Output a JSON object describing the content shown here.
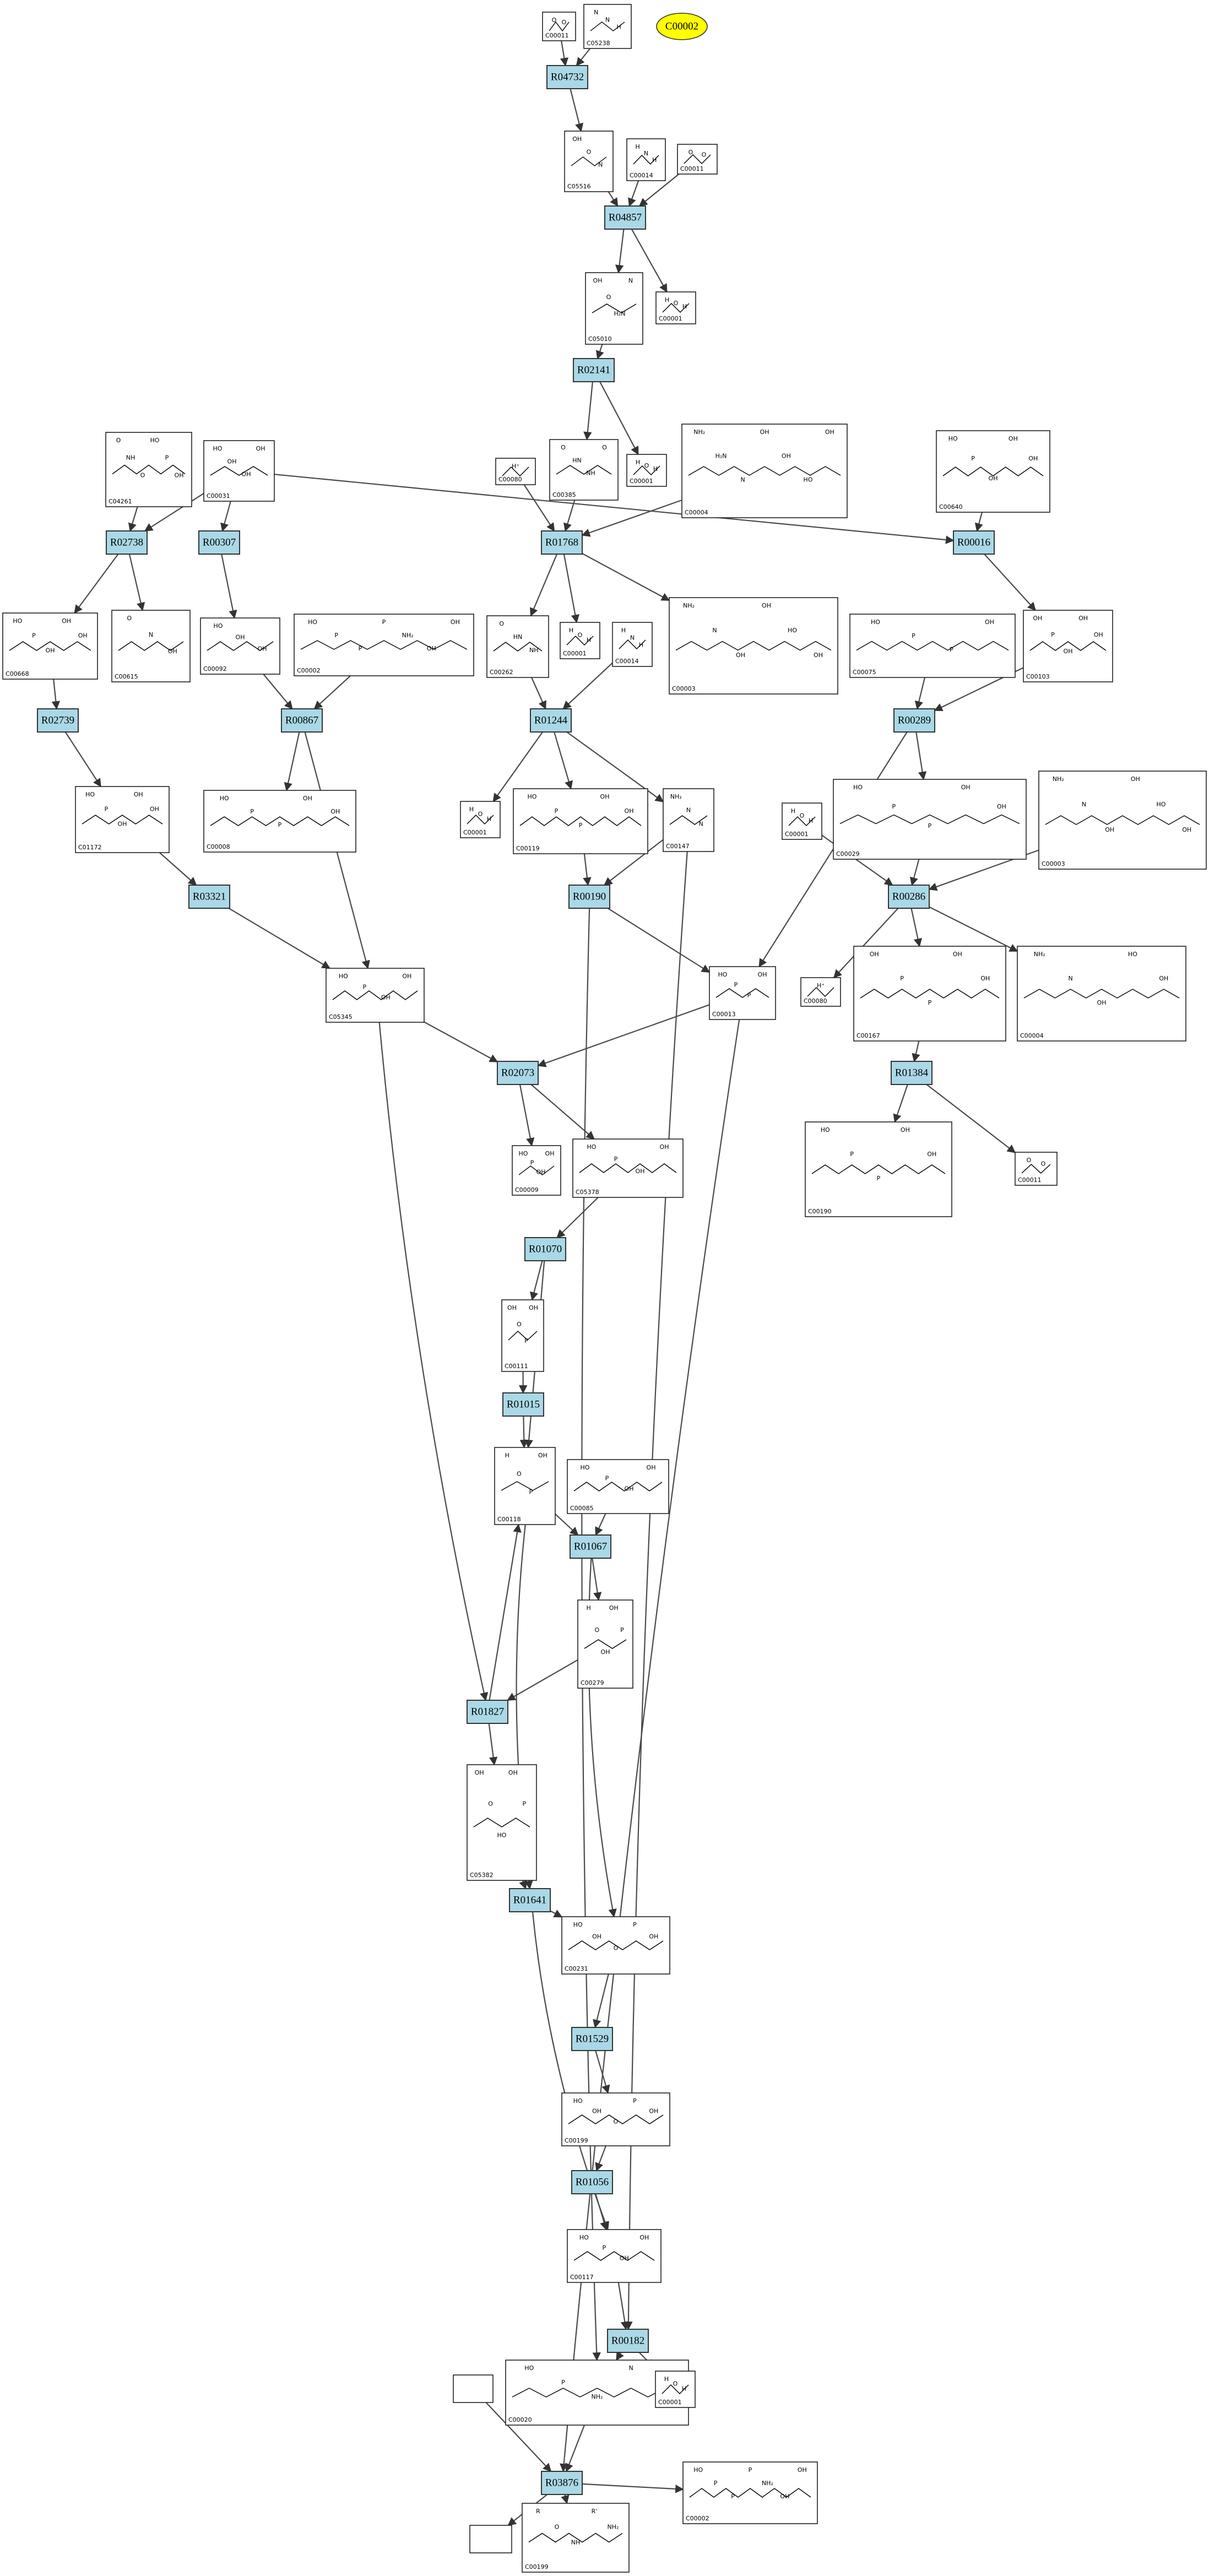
{
  "highlight": {
    "label": "C00002",
    "fill": "#ffff00"
  },
  "colors": {
    "reaction_fill": "#aad8e6",
    "compound_fill": "#ffffff",
    "edge": "#4a4a4a"
  },
  "reactions": [
    {
      "id": "R04732",
      "label": "R04732"
    },
    {
      "id": "R04857",
      "label": "R04857"
    },
    {
      "id": "R02141",
      "label": "R02141"
    },
    {
      "id": "R02738",
      "label": "R02738"
    },
    {
      "id": "R00307",
      "label": "R00307"
    },
    {
      "id": "R01768",
      "label": "R01768"
    },
    {
      "id": "R00016",
      "label": "R00016"
    },
    {
      "id": "R02739",
      "label": "R02739"
    },
    {
      "id": "R00867",
      "label": "R00867"
    },
    {
      "id": "R01244",
      "label": "R01244"
    },
    {
      "id": "R00289",
      "label": "R00289"
    },
    {
      "id": "R03321",
      "label": "R03321"
    },
    {
      "id": "R00190",
      "label": "R00190"
    },
    {
      "id": "R00286",
      "label": "R00286"
    },
    {
      "id": "R02073",
      "label": "R02073"
    },
    {
      "id": "R01384",
      "label": "R01384"
    },
    {
      "id": "R01070",
      "label": "R01070"
    },
    {
      "id": "R01015",
      "label": "R01015"
    },
    {
      "id": "R01067",
      "label": "R01067"
    },
    {
      "id": "R01827",
      "label": "R01827"
    },
    {
      "id": "R01641",
      "label": "R01641"
    },
    {
      "id": "R01529",
      "label": "R01529"
    },
    {
      "id": "R01056",
      "label": "R01056"
    },
    {
      "id": "R00182",
      "label": "R00182"
    },
    {
      "id": "R03876",
      "label": "R03876"
    }
  ],
  "compounds": [
    {
      "id": "c1",
      "label": "C00011",
      "atoms": [
        "O",
        "O"
      ]
    },
    {
      "id": "c2",
      "label": "C05238",
      "atoms": [
        "N",
        "N",
        "H"
      ]
    },
    {
      "id": "c3",
      "label": "C05516",
      "atoms": [
        "OH",
        "O",
        "N"
      ]
    },
    {
      "id": "c4",
      "label": "C00014",
      "atoms": [
        "H",
        "N",
        "H"
      ]
    },
    {
      "id": "c5",
      "label": "C00011",
      "atoms": [
        "O",
        "O"
      ]
    },
    {
      "id": "c6",
      "label": "C05010",
      "atoms": [
        "OH",
        "O",
        "H₂N",
        "N"
      ]
    },
    {
      "id": "c7",
      "label": "C00001",
      "atoms": [
        "H",
        "O",
        "H"
      ]
    },
    {
      "id": "c8",
      "label": "C04261",
      "atoms": [
        "O",
        "NH",
        "O",
        "HO",
        "P",
        "OH"
      ]
    },
    {
      "id": "c9",
      "label": "C00031",
      "atoms": [
        "HO",
        "OH",
        "OH",
        "OH"
      ]
    },
    {
      "id": "c10",
      "label": "C00080",
      "atoms": [
        "H⁺"
      ]
    },
    {
      "id": "c11",
      "label": "C00385",
      "atoms": [
        "O",
        "HN",
        "NH",
        "O"
      ]
    },
    {
      "id": "c12",
      "label": "C00001",
      "atoms": [
        "H",
        "O",
        "H"
      ]
    },
    {
      "id": "c13",
      "label": "C00004",
      "atoms": [
        "NH₂",
        "H₂N",
        "N",
        "OH",
        "OH",
        "HO",
        "OH"
      ]
    },
    {
      "id": "c14",
      "label": "C00640",
      "atoms": [
        "HO",
        "P",
        "OH",
        "OH",
        "OH"
      ]
    },
    {
      "id": "c15",
      "label": "C00668",
      "atoms": [
        "HO",
        "P",
        "OH",
        "OH",
        "OH"
      ]
    },
    {
      "id": "c16",
      "label": "C00615",
      "atoms": [
        "O",
        "N",
        "OH"
      ]
    },
    {
      "id": "c17",
      "label": "C00092",
      "atoms": [
        "HO",
        "OH",
        "OH"
      ]
    },
    {
      "id": "c18",
      "label": "C00002",
      "atoms": [
        "HO",
        "P",
        "P",
        "P",
        "NH₂",
        "OH",
        "OH"
      ]
    },
    {
      "id": "c19",
      "label": "C00262",
      "atoms": [
        "O",
        "HN",
        "NH"
      ]
    },
    {
      "id": "c20",
      "label": "C00001",
      "atoms": [
        "H",
        "O",
        "H"
      ]
    },
    {
      "id": "c21",
      "label": "C00014",
      "atoms": [
        "H",
        "N",
        "H"
      ]
    },
    {
      "id": "c22",
      "label": "C00003",
      "atoms": [
        "NH₂",
        "N",
        "OH",
        "OH",
        "HO",
        "OH"
      ]
    },
    {
      "id": "c23",
      "label": "C00075",
      "atoms": [
        "HO",
        "P",
        "P",
        "OH"
      ]
    },
    {
      "id": "c24",
      "label": "C00103",
      "atoms": [
        "OH",
        "P",
        "OH",
        "OH",
        "OH"
      ]
    },
    {
      "id": "c25",
      "label": "C01172",
      "atoms": [
        "HO",
        "P",
        "OH",
        "OH",
        "OH"
      ]
    },
    {
      "id": "c26",
      "label": "C00008",
      "atoms": [
        "HO",
        "P",
        "P",
        "OH",
        "OH"
      ]
    },
    {
      "id": "c27",
      "label": "C00001",
      "atoms": [
        "H",
        "O",
        "H"
      ]
    },
    {
      "id": "c28",
      "label": "C00119",
      "atoms": [
        "HO",
        "P",
        "P",
        "OH",
        "OH"
      ]
    },
    {
      "id": "c29",
      "label": "C00147",
      "atoms": [
        "NH₂",
        "N",
        "N"
      ]
    },
    {
      "id": "c30",
      "label": "C00001",
      "atoms": [
        "H",
        "O",
        "H"
      ]
    },
    {
      "id": "c31",
      "label": "C00029",
      "atoms": [
        "HO",
        "P",
        "P",
        "OH",
        "OH"
      ]
    },
    {
      "id": "c32",
      "label": "C00003",
      "atoms": [
        "NH₂",
        "N",
        "OH",
        "OH",
        "HO",
        "OH"
      ]
    },
    {
      "id": "c33",
      "label": "C05345",
      "atoms": [
        "HO",
        "P",
        "OH",
        "OH"
      ]
    },
    {
      "id": "c34",
      "label": "C00013",
      "atoms": [
        "HO",
        "P",
        "P",
        "OH"
      ]
    },
    {
      "id": "c35",
      "label": "C00080",
      "atoms": [
        "H⁺"
      ]
    },
    {
      "id": "c36",
      "label": "C00167",
      "atoms": [
        "OH",
        "P",
        "P",
        "OH",
        "OH"
      ]
    },
    {
      "id": "c37",
      "label": "C00004",
      "atoms": [
        "NH₂",
        "N",
        "OH",
        "HO",
        "OH"
      ]
    },
    {
      "id": "c38",
      "label": "C00009",
      "atoms": [
        "HO",
        "P",
        "OH",
        "OH"
      ]
    },
    {
      "id": "c39",
      "label": "C05378",
      "atoms": [
        "HO",
        "P",
        "OH",
        "OH"
      ]
    },
    {
      "id": "c40",
      "label": "C00190",
      "atoms": [
        "HO",
        "P",
        "P",
        "OH",
        "OH"
      ]
    },
    {
      "id": "c41",
      "label": "C00011",
      "atoms": [
        "O",
        "O"
      ]
    },
    {
      "id": "c42",
      "label": "C00111",
      "atoms": [
        "OH",
        "O",
        "P",
        "OH"
      ]
    },
    {
      "id": "c43",
      "label": "C00118",
      "atoms": [
        "H",
        "O",
        "P",
        "OH"
      ]
    },
    {
      "id": "c44",
      "label": "C00085",
      "atoms": [
        "HO",
        "P",
        "OH",
        "OH"
      ]
    },
    {
      "id": "c45",
      "label": "C00279",
      "atoms": [
        "H",
        "O",
        "OH",
        "OH",
        "P"
      ]
    },
    {
      "id": "c46",
      "label": "C05382",
      "atoms": [
        "OH",
        "O",
        "HO",
        "OH",
        "P"
      ]
    },
    {
      "id": "c47",
      "label": "C00231",
      "atoms": [
        "HO",
        "OH",
        "O",
        "P",
        "OH"
      ]
    },
    {
      "id": "c48",
      "label": "C00199",
      "atoms": [
        "HO",
        "OH",
        "O",
        "P",
        "OH"
      ]
    },
    {
      "id": "c49",
      "label": "C00117",
      "atoms": [
        "HO",
        "P",
        "OH",
        "OH"
      ]
    },
    {
      "id": "c50",
      "label": "C00020",
      "atoms": [
        "HO",
        "P",
        "NH₂",
        "N",
        "OH"
      ]
    },
    {
      "id": "c51",
      "label": "C00001",
      "atoms": [
        "H",
        "O",
        "H"
      ]
    },
    {
      "id": "c52",
      "label": "",
      "atoms": []
    },
    {
      "id": "c53",
      "label": "",
      "atoms": []
    },
    {
      "id": "c54",
      "label": "C00199",
      "atoms": [
        "R",
        "O",
        "NH",
        "R'",
        "NH₂"
      ]
    },
    {
      "id": "c55",
      "label": "C00002",
      "atoms": [
        "HO",
        "P",
        "P",
        "P",
        "NH₂",
        "OH",
        "OH"
      ]
    }
  ]
}
